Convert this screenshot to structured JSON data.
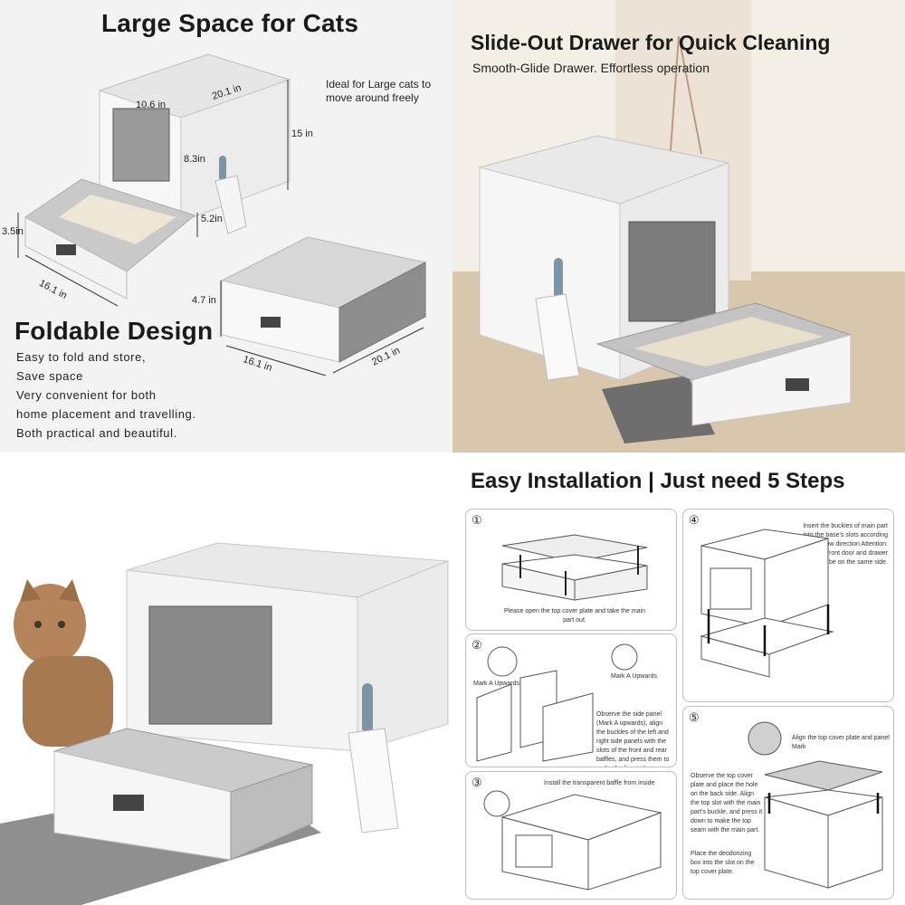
{
  "panel1": {
    "title": "Large Space for Cats",
    "note": "Ideal for Large cats to move around freely",
    "dims": {
      "top_depth": "20.1 in",
      "top_width": "10.6 in",
      "height": "15 in",
      "door_height": "8.3in",
      "drawer_offset": "5.2in",
      "drawer_height": "3.5in",
      "base_width": "16.1 in",
      "folded_height": "4.7 in",
      "folded_width": "16.1 in",
      "folded_depth": "20.1 in"
    },
    "fold_title": "Foldable Design",
    "fold_lines": [
      "Easy to fold and store,",
      "Save space",
      "Very convenient for both",
      "home placement and travelling.",
      "Both practical and beautiful."
    ]
  },
  "panel2": {
    "title": "Slide-Out Drawer for Quick Cleaning",
    "subtitle": "Smooth-Glide Drawer. Effortless operation"
  },
  "panel4": {
    "title": "Easy Installation | Just need 5 Steps",
    "steps": [
      {
        "num": "①",
        "text": "Please open the top cover plate and take the main part out."
      },
      {
        "num": "②",
        "text": "Observe the side panel (Mark A upwards), align the buckles of the left and right side panels with the slots of the front and rear baffles, and press them to make the four sides seam together",
        "mark1": "Mark A Upwards",
        "mark2": "Mark A Upwards"
      },
      {
        "num": "③",
        "text": "Install the transparent baffle from inside"
      },
      {
        "num": "④",
        "text": "Insert the buckles of main part into the base's slots according to the arrow direction Attention: The front door and drawer should be on the same side."
      },
      {
        "num": "⑤",
        "text_top": "Align the top cover plate and panel Mark",
        "text": "Observe the top cover plate and place the hole on the back side. Align the top slot with the main part's buckle, and press it down to make the top seam with the main part.",
        "text2": "Place the deodorizing box into the slot on the top cover plate."
      }
    ]
  }
}
